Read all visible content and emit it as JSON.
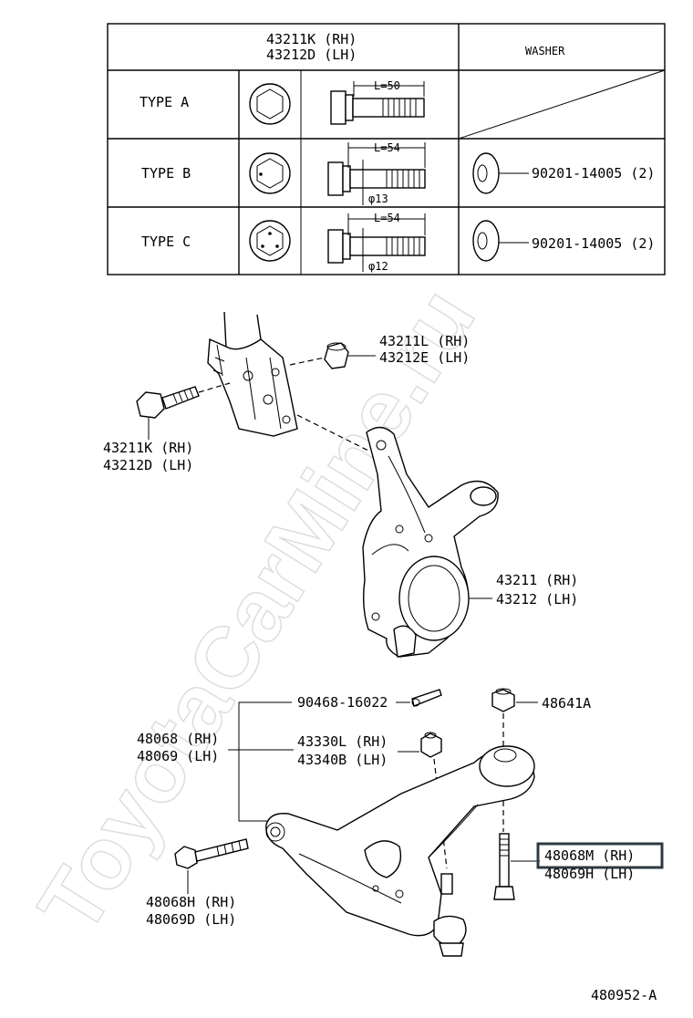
{
  "table": {
    "header_bolt_line1": "43211K (RH)",
    "header_bolt_line2": "43212D (LH)",
    "header_washer": "WASHER",
    "rows": [
      {
        "type": "TYPE  A",
        "length_label": "L=50",
        "dia_label": "",
        "washer": ""
      },
      {
        "type": "TYPE  B",
        "length_label": "L=54",
        "dia_label": "φ13",
        "washer": "90201-14005 (2)"
      },
      {
        "type": "TYPE  C",
        "length_label": "L=54",
        "dia_label": "φ12",
        "washer": "90201-14005 (2)"
      }
    ]
  },
  "labels": {
    "nut_upper_rh": "43211L (RH)",
    "nut_upper_lh": "43212E (LH)",
    "bolt_upper_rh": "43211K (RH)",
    "bolt_upper_lh": "43212D (LH)",
    "knuckle_rh": "43211 (RH)",
    "knuckle_lh": "43212 (LH)",
    "cotter_pin": "90468-16022",
    "nut_top_right": "48641A",
    "arm_rh": "48068 (RH)",
    "arm_lh": "48069 (LH)",
    "balljoint_nut_rh": "43330L (RH)",
    "balljoint_nut_lh": "43340B (LH)",
    "rear_bolt_rh": "48068M (RH)",
    "rear_bolt_lh": "48069H (LH)",
    "front_bolt_rh": "48068H (RH)",
    "front_bolt_lh": "48069D (LH)"
  },
  "watermark": "ToyotaCarMine.ru",
  "diagram_code": "480952-A",
  "colors": {
    "highlight_box": "#2b3a44",
    "watermark": "#d8d8d8"
  }
}
